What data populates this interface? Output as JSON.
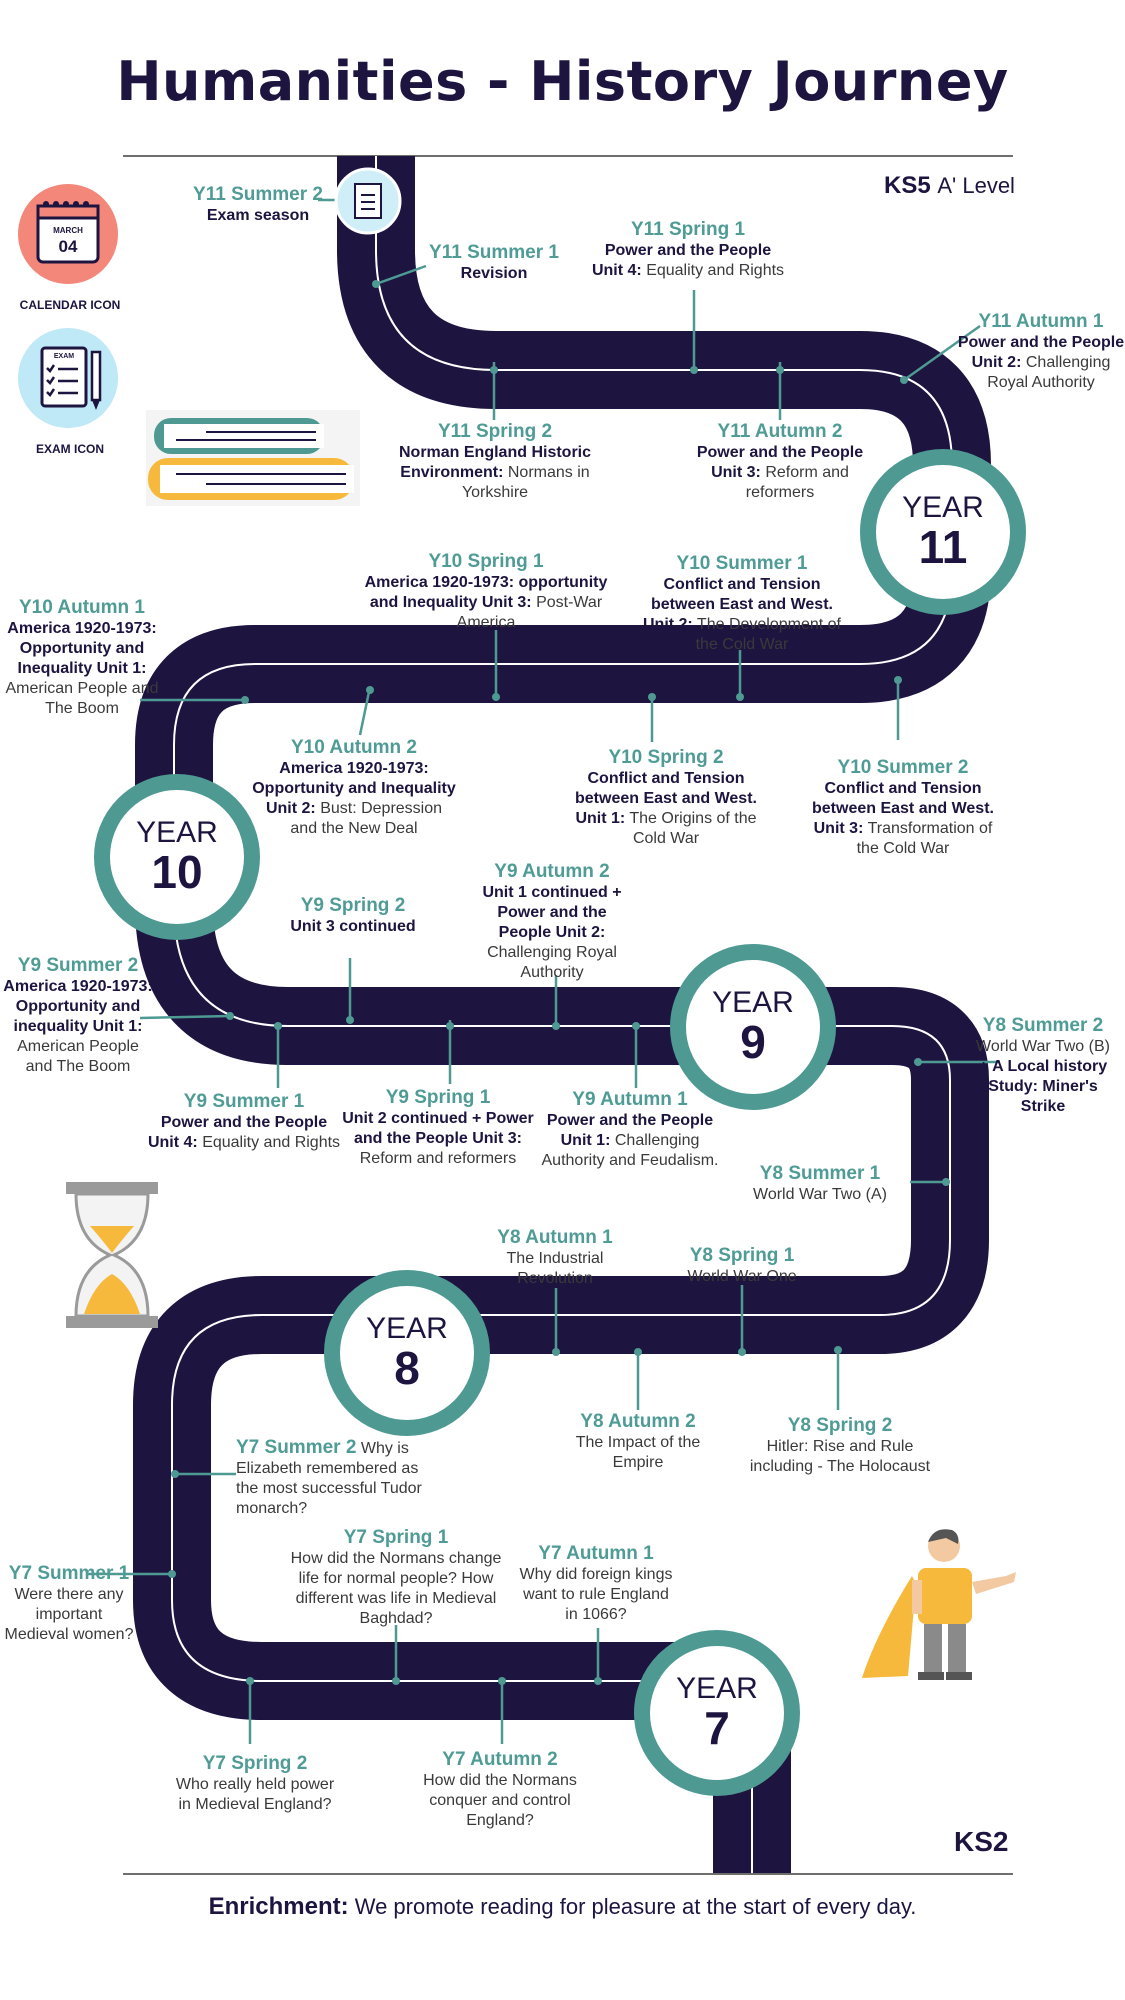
{
  "title": "Humanities - History Journey",
  "ks_top": {
    "label": "KS5",
    "sub": "A' Level"
  },
  "ks_bottom": "KS2",
  "enrichment": {
    "label": "Enrichment:",
    "text": "We promote reading for pleasure at the start of every day."
  },
  "icons": {
    "calendar": {
      "caption": "CALENDAR ICON",
      "month": "MARCH",
      "day": "04"
    },
    "exam": {
      "caption": "EXAM ICON",
      "tag": "EXAM"
    }
  },
  "years": [
    {
      "label": "YEAR",
      "num": "11"
    },
    {
      "label": "YEAR",
      "num": "10"
    },
    {
      "label": "YEAR",
      "num": "9"
    },
    {
      "label": "YEAR",
      "num": "8"
    },
    {
      "label": "YEAR",
      "num": "7"
    }
  ],
  "terms": {
    "y11su2": {
      "h": "Y11 Summer 2",
      "b": "Exam season",
      "t": ""
    },
    "y11su1": {
      "h": "Y11 Summer 1",
      "b": "Revision",
      "t": ""
    },
    "y11sp1": {
      "h": "Y11 Spring 1",
      "b": "Power and the People Unit 4:",
      "t": "Equality and Rights"
    },
    "y11au1": {
      "h": "Y11 Autumn 1",
      "b": "Power and the People Unit 2:",
      "t": "Challenging Royal Authority"
    },
    "y11sp2": {
      "h": "Y11 Spring 2",
      "b": "Norman England Historic Environment:",
      "t": "Normans in Yorkshire"
    },
    "y11au2": {
      "h": "Y11 Autumn 2",
      "b": "Power and the People Unit 3:",
      "t": "Reform and reformers"
    },
    "y10sp1": {
      "h": "Y10 Spring 1",
      "b": "America 1920-1973: opportunity and Inequality Unit 3:",
      "t": "Post-War America"
    },
    "y10su1": {
      "h": "Y10 Summer 1",
      "b": "Conflict and Tension between East and West. Unit 2:",
      "t": "The Development of the Cold War"
    },
    "y10au1": {
      "h": "Y10 Autumn 1",
      "b": "America 1920-1973: Opportunity and Inequality Unit 1:",
      "t": "American People and The Boom"
    },
    "y10au2": {
      "h": "Y10 Autumn 2",
      "b": "America 1920-1973: Opportunity and Inequality",
      "b2": "Unit 2:",
      "t": "Bust: Depression and the New Deal"
    },
    "y10sp2": {
      "h": "Y10 Spring 2",
      "b": "Conflict and Tension between East and West. Unit 1:",
      "t": "The Origins of the Cold War"
    },
    "y10su2": {
      "h": "Y10 Summer 2",
      "b": "Conflict and Tension between East and West. Unit 3:",
      "t": "Transformation of the Cold War"
    },
    "y9sp2": {
      "h": "Y9 Spring 2",
      "b": "Unit 3 continued",
      "t": ""
    },
    "y9au2": {
      "h": "Y9 Autumn 2",
      "b": "Unit 1 continued + Power and the People Unit 2:",
      "t": "Challenging Royal Authority"
    },
    "y9su2": {
      "h": "Y9 Summer 2",
      "b": "America 1920-1973: Opportunity and inequality Unit 1:",
      "t": "American People and The Boom"
    },
    "y9su1": {
      "h": "Y9 Summer 1",
      "b": "Power and the People Unit 4:",
      "t": "Equality and Rights"
    },
    "y9sp1": {
      "h": "Y9 Spring 1",
      "b": "Unit 2 continued + Power and the People Unit 3:",
      "t": "Reform and reformers"
    },
    "y9au1": {
      "h": "Y9 Autumn 1",
      "b": "Power and the People Unit 1:",
      "t": "Challenging Authority and Feudalism."
    },
    "y8su2": {
      "h": "Y8 Summer 2",
      "t": "World War Two (B)",
      "b": "+ A Local history Study: Miner's Strike"
    },
    "y8su1": {
      "h": "Y8 Summer 1",
      "t": "World War Two (A)"
    },
    "y8au1": {
      "h": "Y8 Autumn 1",
      "t": "The Industrial Revolution"
    },
    "y8sp1": {
      "h": "Y8 Spring 1",
      "t": "World War One"
    },
    "y8au2": {
      "h": "Y8 Autumn 2",
      "t": "The Impact of the Empire"
    },
    "y8sp2": {
      "h": "Y8 Spring 2",
      "t": "Hitler: Rise and Rule including - The Holocaust"
    },
    "y7su2": {
      "h": "Y7 Summer 2",
      "t": "Why is Elizabeth remembered as the most successful Tudor monarch?"
    },
    "y7sp1": {
      "h": "Y7 Spring 1",
      "t": "How did the Normans change life for normal people? How different was life in Medieval Baghdad?"
    },
    "y7au1": {
      "h": "Y7 Autumn 1",
      "t": "Why did foreign kings want to rule England in 1066?"
    },
    "y7su1": {
      "h": "Y7 Summer 1",
      "t": "Were there any important Medieval women?"
    },
    "y7sp2": {
      "h": "Y7 Spring 2",
      "t": "Who really held power in Medieval England?"
    },
    "y7au2": {
      "h": "Y7 Autumn 2",
      "t": "How did the Normans conquer and control England?"
    }
  },
  "colors": {
    "road": "#1d1440",
    "teal": "#4e9a93",
    "heading": "#4f9b95"
  }
}
